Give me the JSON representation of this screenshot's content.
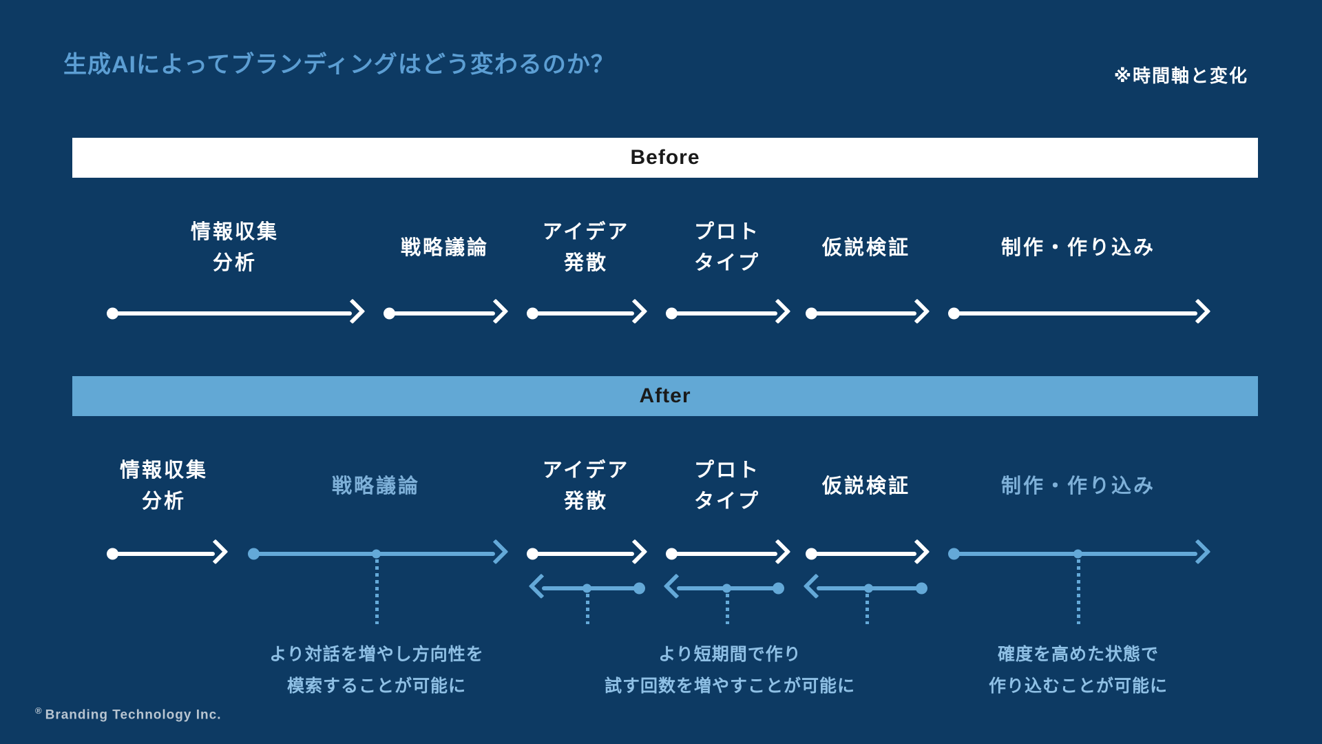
{
  "title": "生成AIによってブランディングはどう変わるのか？",
  "note": "※時間軸と変化",
  "colors": {
    "background": "#0d3a63",
    "accent_blue": "#62a8d5",
    "arrow_blue": "#64a9d8",
    "title_blue": "#5c9ed3",
    "stage_highlight_blue": "#7eb0d8",
    "annotation_blue": "#8fc0e5",
    "white": "#ffffff"
  },
  "before": {
    "band_label": "Before",
    "stages": [
      {
        "lines": [
          "情報収集",
          "分析"
        ]
      },
      {
        "lines": [
          "戦略議論"
        ]
      },
      {
        "lines": [
          "アイデア",
          "発散"
        ]
      },
      {
        "lines": [
          "プロト",
          "タイプ"
        ]
      },
      {
        "lines": [
          "仮説検証"
        ]
      },
      {
        "lines": [
          "制作・作り込み"
        ]
      }
    ]
  },
  "after": {
    "band_label": "After",
    "stages": [
      {
        "lines": [
          "情報収集",
          "分析"
        ]
      },
      {
        "lines": [
          "戦略議論"
        ]
      },
      {
        "lines": [
          "アイデア",
          "発散"
        ]
      },
      {
        "lines": [
          "プロト",
          "タイプ"
        ]
      },
      {
        "lines": [
          "仮説検証"
        ]
      },
      {
        "lines": [
          "制作・作り込み"
        ]
      }
    ],
    "annotations": [
      {
        "lines": [
          "より対話を増やし方向性を",
          "模索することが可能に"
        ]
      },
      {
        "lines": [
          "より短期間で作り",
          "試す回数を増やすことが可能に"
        ]
      },
      {
        "lines": [
          "確度を高めた状態で",
          "作り込むことが可能に"
        ]
      }
    ]
  },
  "footer": {
    "mark": "®",
    "company": "Branding Technology Inc."
  }
}
